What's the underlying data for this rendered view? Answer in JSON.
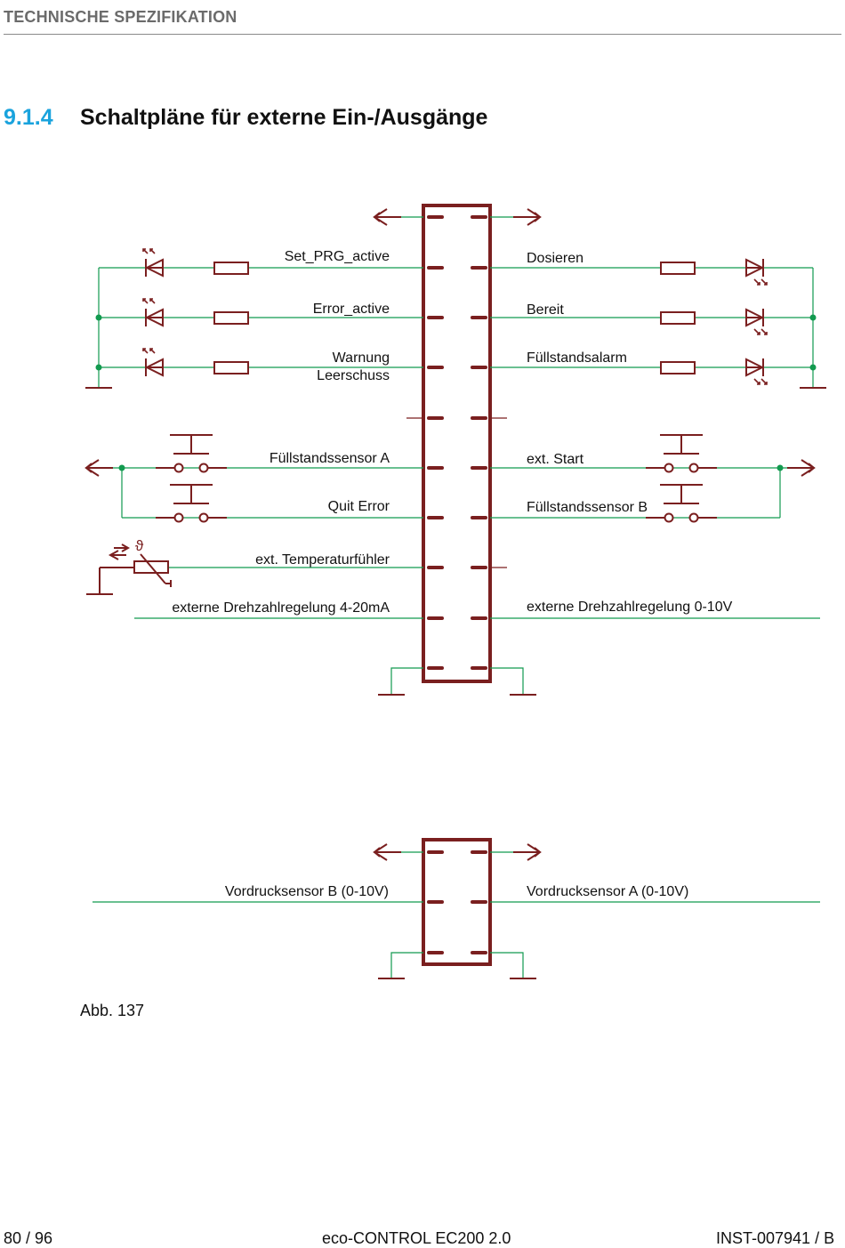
{
  "header": {
    "section_label": "TECHNISCHE SPEZIFIKATION"
  },
  "section": {
    "number": "9.1.4",
    "title": "Schaltpläne für externe Ein-/Ausgänge"
  },
  "diagram_1": {
    "left_labels": {
      "set_prg": "Set_PRG_active",
      "error": "Error_active",
      "warn1": "Warnung",
      "warn2": "Leerschuss",
      "fuell_a": "Füllstandssensor A",
      "quit": "Quit Error",
      "temp": "ext. Temperaturfühler",
      "drehzahl_ma": "externe Drehzahlregelung 4-20mA"
    },
    "right_labels": {
      "dosieren": "Dosieren",
      "bereit": "Bereit",
      "fuell_alarm": "Füllstandsalarm",
      "ext_start": "ext. Start",
      "fuell_b": "Füllstandssensor B",
      "drehzahl_v": "externe Drehzahlregelung 0-10V"
    },
    "thermistor_symbol": "ϑ"
  },
  "diagram_2": {
    "left_label": "Vordrucksensor B (0-10V)",
    "right_label": "Vordrucksensor A (0-10V)"
  },
  "caption": "Abb. 137",
  "footer": {
    "page": "80 / 96",
    "product": "eco-CONTROL EC200 2.0",
    "doc": "INST-007941 / B"
  },
  "colors": {
    "wire": "#129a4f",
    "symbol": "#7a1f1f",
    "section_number": "#1aa3dd",
    "header_text": "#6b6b6b"
  }
}
